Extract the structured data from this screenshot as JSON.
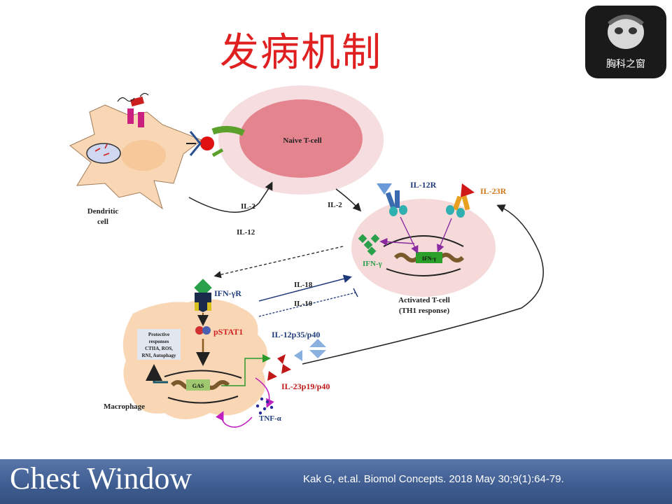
{
  "slide": {
    "title": "发病机制"
  },
  "logo": {
    "text": "胸科之窗"
  },
  "diagram": {
    "dendritic_cell": "Dendritic",
    "dendritic_cell_2": "cell",
    "naive_tcell": "Naive T-cell",
    "il2_a": "IL-2",
    "il12": "IL-12",
    "il2_b": "IL-2",
    "il12r": "IL-12R",
    "il23r": "IL-23R",
    "ifng_secreted": "IFN-γ",
    "ifng_gene": "IFN-γ",
    "activated_tcell": "Activated T-cell",
    "th1_response": "(TH1 response)",
    "il18": "IL-18",
    "il10": "IL-10",
    "ifngr": "IFN-γR",
    "pstat1": "pSTAT1",
    "protective_1": "Protective",
    "protective_2": "responses",
    "protective_3": "CTIIA, ROS,",
    "protective_4": "RNI, Autophagy",
    "gas": "GAS",
    "il12p35": "IL-12p35/p40",
    "il23p19": "IL-23p19/p40",
    "macrophage": "Macrophage",
    "tnfa": "TNF-α"
  },
  "footer": {
    "brand": "Chest Window",
    "citation": "Kak G, et.al. Biomol Concepts. 2018 May 30;9(1):64-79."
  },
  "colors": {
    "title_red": "#e02020",
    "cell_orange": "#f9d7b5",
    "tcell_pink": "#f1c4c8",
    "footer_blue": "#3e5c90"
  }
}
